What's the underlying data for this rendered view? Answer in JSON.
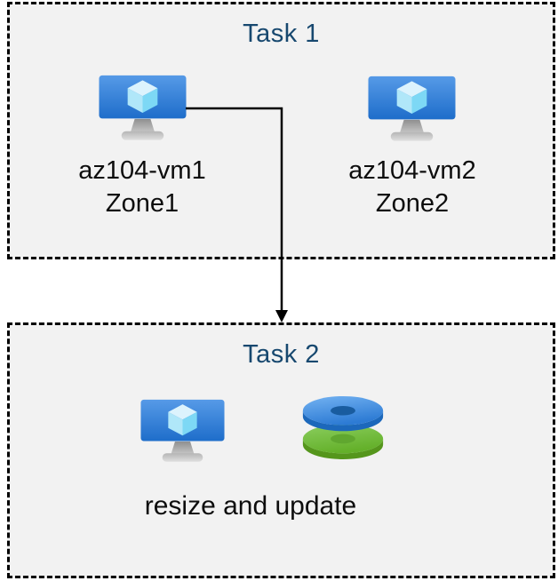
{
  "task1": {
    "title": "Task 1",
    "vms": [
      {
        "name": "az104-vm1",
        "zone": "Zone1"
      },
      {
        "name": "az104-vm2",
        "zone": "Zone2"
      }
    ]
  },
  "task2": {
    "title": "Task 2",
    "caption": "resize and update"
  },
  "icons": {
    "vm": "azure-virtual-machine-icon",
    "disks": "azure-managed-disks-icon",
    "arrow": "arrow-down-connector"
  },
  "colors": {
    "title": "#17486f",
    "box_background": "#f2f2f2",
    "box_border": "#000000",
    "label_text": "#0d0d0d",
    "vm_screen_top": "#569ae7",
    "vm_screen_bottom": "#1e6dca",
    "cube_top": "#dcf3fd",
    "cube_left": "#b0e7f9",
    "cube_right": "#7dd8f5",
    "disk_blue_top": "#3180d8",
    "disk_blue_side": "#1c68bb",
    "disk_green_top": "#6ab52f",
    "disk_green_side": "#55961c",
    "arrow": "#000000"
  }
}
